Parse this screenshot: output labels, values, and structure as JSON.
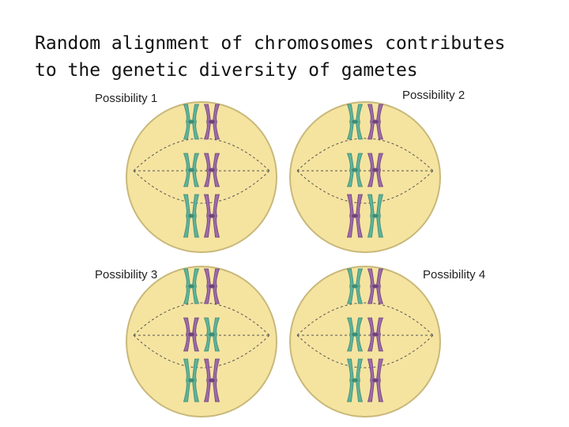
{
  "title_line1": "Random alignment of chromosomes contributes",
  "title_line2": "to the genetic diversity of gametes",
  "colors": {
    "cell_fill": "#f5e4a0",
    "cell_stroke": "#c9b87a",
    "spindle": "#555555",
    "teal": "#5fb39a",
    "teal_dark": "#3f8c75",
    "purple": "#9e6aa8",
    "purple_dark": "#6f4479"
  },
  "cells": [
    {
      "label": "Possibility 1",
      "rows": [
        [
          "teal",
          "purple"
        ],
        [
          "teal",
          "purple"
        ],
        [
          "teal",
          "purple"
        ]
      ]
    },
    {
      "label": "Possibility 2",
      "rows": [
        [
          "teal",
          "purple"
        ],
        [
          "teal",
          "purple"
        ],
        [
          "purple",
          "teal"
        ]
      ]
    },
    {
      "label": "Possibility 3",
      "rows": [
        [
          "teal",
          "purple"
        ],
        [
          "purple",
          "teal"
        ],
        [
          "teal",
          "purple"
        ]
      ]
    },
    {
      "label": "Possibility 4",
      "rows": [
        [
          "teal",
          "purple"
        ],
        [
          "teal",
          "purple"
        ],
        [
          "teal",
          "purple"
        ]
      ]
    }
  ]
}
